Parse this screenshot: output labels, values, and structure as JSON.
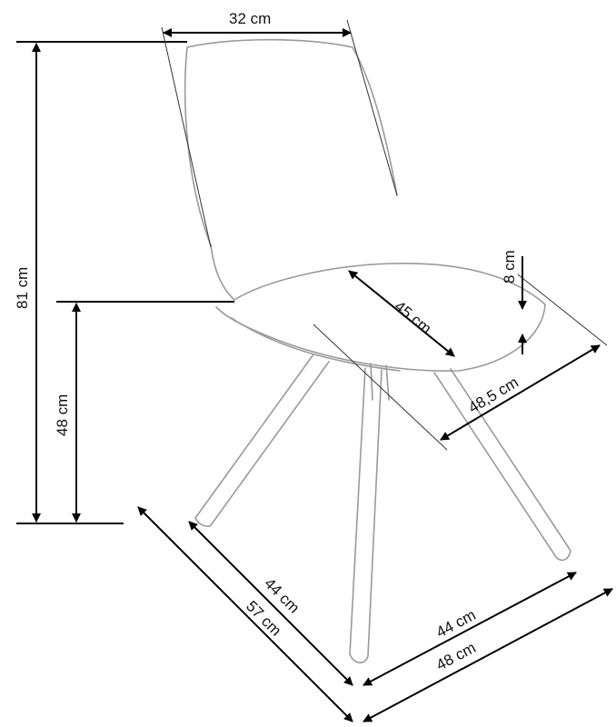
{
  "dimensions": {
    "top_width": "32 cm",
    "total_height": "81 cm",
    "seat_height": "48 cm",
    "seat_depth": "45 cm",
    "seat_thickness": "8 cm",
    "seat_width": "48,5 cm",
    "legs_depth": "44 cm",
    "overall_depth": "57 cm",
    "legs_width": "44 cm",
    "overall_width": "48 cm"
  },
  "colors": {
    "dimension_line": "#000000",
    "chair_outline": "#9a9a9a"
  }
}
